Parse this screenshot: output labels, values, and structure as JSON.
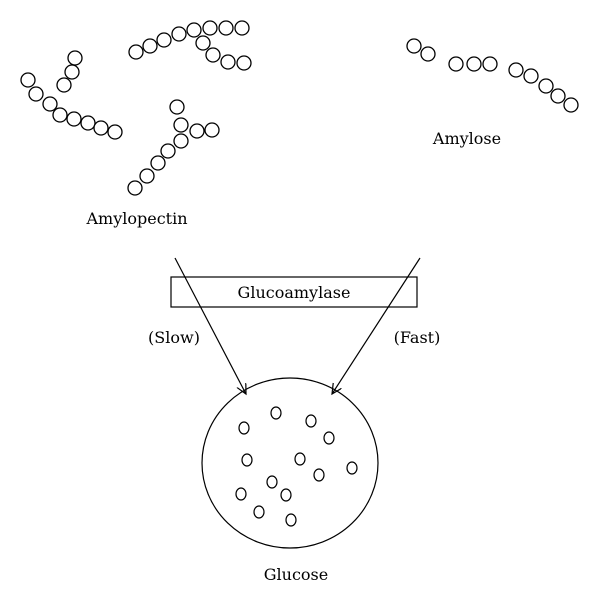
{
  "labels": {
    "amylopectin": "Amylopectin",
    "amylose": "Amylose",
    "enzyme": "Glucoamylase",
    "slow": "(Slow)",
    "fast": "(Fast)",
    "product": "Glucose"
  }
}
